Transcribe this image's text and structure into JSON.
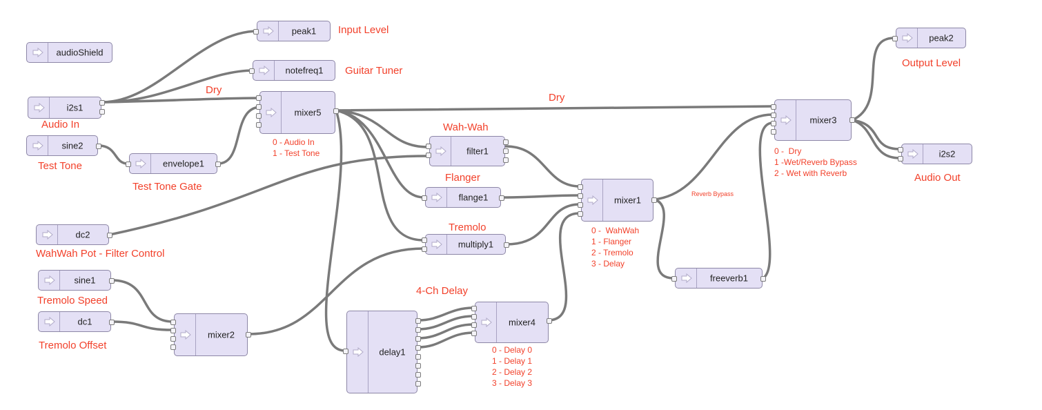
{
  "nodes": {
    "audioShield": "audioShield",
    "peak1": "peak1",
    "notefreq1": "notefreq1",
    "i2s1": "i2s1",
    "mixer5": "mixer5",
    "sine2": "sine2",
    "envelope1": "envelope1",
    "filter1": "filter1",
    "flange1": "flange1",
    "multiply1": "multiply1",
    "dc2": "dc2",
    "sine1": "sine1",
    "dc1": "dc1",
    "mixer2": "mixer2",
    "delay1": "delay1",
    "mixer4": "mixer4",
    "mixer1": "mixer1",
    "freeverb1": "freeverb1",
    "mixer3": "mixer3",
    "peak2": "peak2",
    "i2s2": "i2s2"
  },
  "labels": {
    "input_level": "Input Level",
    "guitar_tuner": "Guitar Tuner",
    "dry_1": "Dry",
    "dry_2": "Dry",
    "audio_in": "Audio In",
    "test_tone": "Test Tone",
    "test_tone_gate": "Test Tone Gate",
    "mixer5_channels": "0 - Audio In\n1 - Test Tone",
    "wah_wah": "Wah-Wah",
    "flanger": "Flanger",
    "tremolo": "Tremolo",
    "wahwah_pot": "WahWah Pot - Filter Control",
    "tremolo_speed": "Tremolo Speed",
    "tremolo_offset": "Tremolo Offset",
    "four_ch_delay": "4-Ch Delay",
    "mixer4_channels": "0 - Delay 0\n1 - Delay 1\n2 - Delay 2\n3 - Delay 3",
    "mixer1_channels": "0 -  WahWah\n1 - Flanger\n2 - Tremolo\n3 - Delay",
    "reverb_bypass": "Reverb Bypass",
    "mixer3_channels": "0 -  Dry\n1 -Wet/Reverb Bypass\n2 - Wet with Reverb",
    "output_level": "Output Level",
    "audio_out": "Audio Out"
  },
  "colors": {
    "node_fill": "#e4e0f5",
    "node_border": "#8c86a6",
    "wire": "#7a7a7a",
    "annotation": "#f2402a"
  }
}
